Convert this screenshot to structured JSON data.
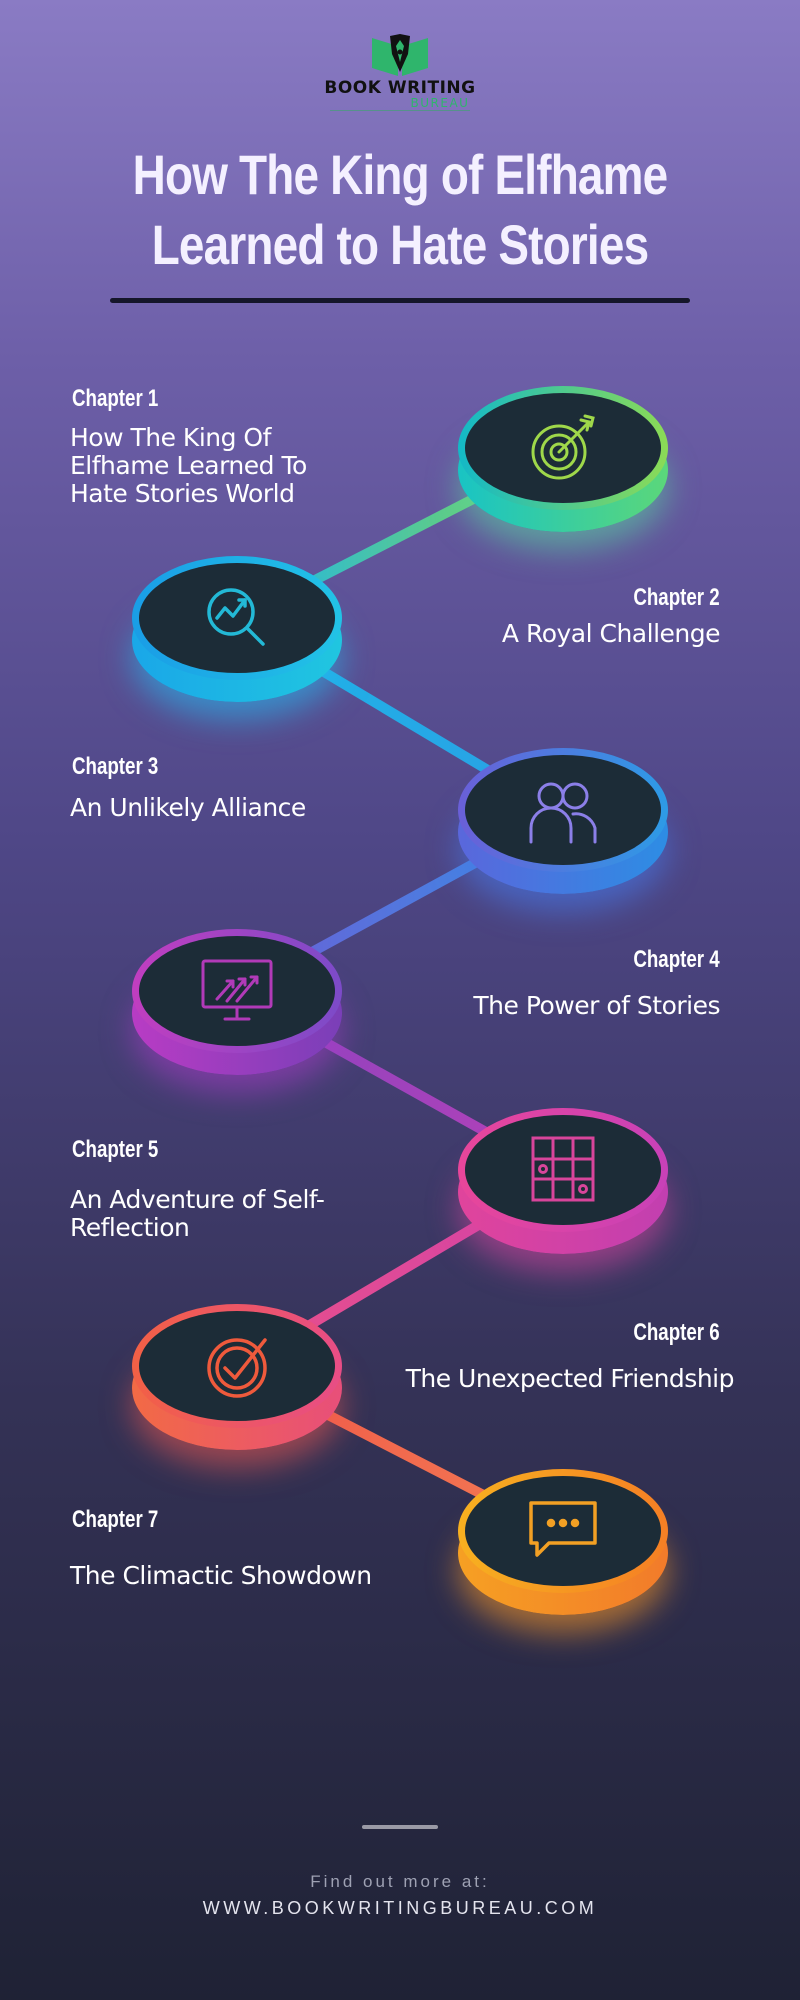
{
  "brand": {
    "name": "BOOK WRITING",
    "sub": "BUREAU"
  },
  "title": {
    "line1": "How The King of Elfhame",
    "line2": "Learned to Hate Stories"
  },
  "chapters": [
    {
      "label": "Chapter 1",
      "title_lines": [
        "How The King Of",
        "Elfhame Learned To",
        "Hate Stories World"
      ],
      "icon": "target-icon",
      "color": "#7fd856"
    },
    {
      "label": "Chapter 2",
      "title_lines": [
        "A Royal Challenge"
      ],
      "icon": "analytics-search-icon",
      "color": "#1fb5e8"
    },
    {
      "label": "Chapter 3",
      "title_lines": [
        "An Unlikely Alliance"
      ],
      "icon": "users-icon",
      "color": "#3a8ee6"
    },
    {
      "label": "Chapter 4",
      "title_lines": [
        "The Power of Stories"
      ],
      "icon": "growth-monitor-icon",
      "color": "#a13bc4"
    },
    {
      "label": "Chapter 5",
      "title_lines": [
        "An Adventure of Self-",
        "Reflection"
      ],
      "icon": "grid-board-icon",
      "color": "#d443a8"
    },
    {
      "label": "Chapter 6",
      "title_lines": [
        "The Unexpected Friendship"
      ],
      "icon": "check-circle-icon",
      "color": "#f05a47"
    },
    {
      "label": "Chapter 7",
      "title_lines": [
        "The Climactic Showdown"
      ],
      "icon": "chat-bubble-icon",
      "color": "#f7a125"
    }
  ],
  "footer": {
    "find": "Find out more at:",
    "url": "WWW.BOOKWRITINGBUREAU.COM"
  }
}
